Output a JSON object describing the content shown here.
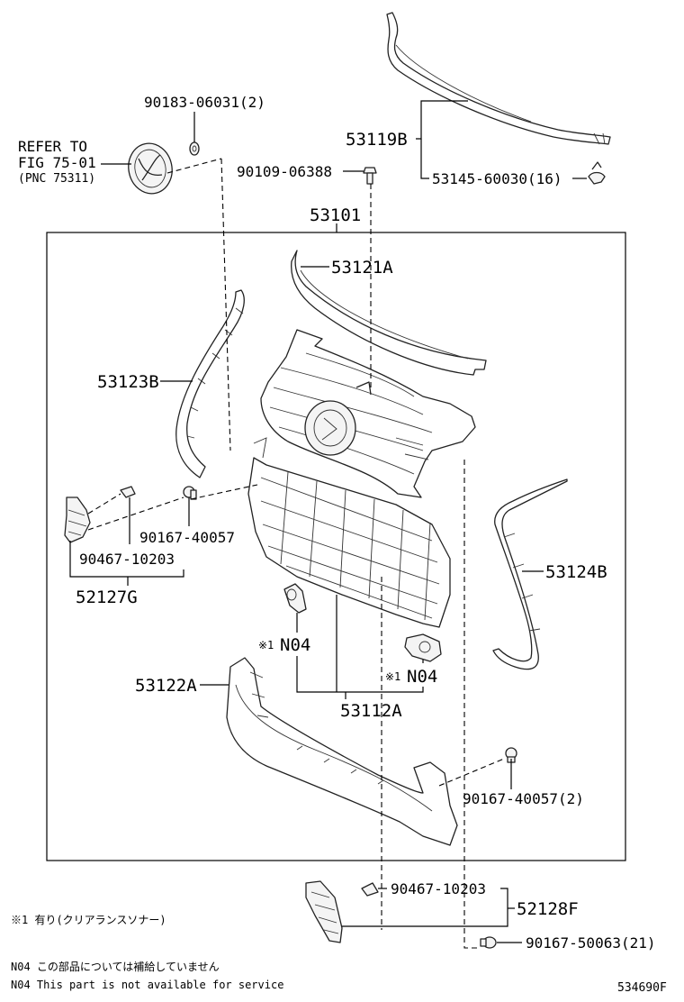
{
  "labels": {
    "p90183": "90183-06031(2)",
    "refer_line1": "REFER TO",
    "refer_line2": "FIG 75-01",
    "refer_line3": "(PNC 75311)",
    "p90109": "90109-06388",
    "p53119B": "53119B",
    "p53145": "53145-60030(16)",
    "p53101": "53101",
    "p53121A": "53121A",
    "p53123B": "53123B",
    "p90167_40057": "90167-40057",
    "p90467_left": "90467-10203",
    "p52127G": "52127G",
    "p53124B": "53124B",
    "n04_left_mark": "※1",
    "n04_left": "N04",
    "n04_right_mark": "※1",
    "n04_right": "N04",
    "p53122A": "53122A",
    "p53112A": "53112A",
    "p90167_40057_2": "90167-40057(2)",
    "p90467_bottom": "90467-10203",
    "p52128F": "52128F",
    "p90167_50063": "90167-50063(21)",
    "note1": "※1 有り(クリアランスソナー)",
    "note_jp": "N04 この部品については補給していません",
    "note_en": "N04 This part is not available for service",
    "diagram_id": "534690F"
  }
}
